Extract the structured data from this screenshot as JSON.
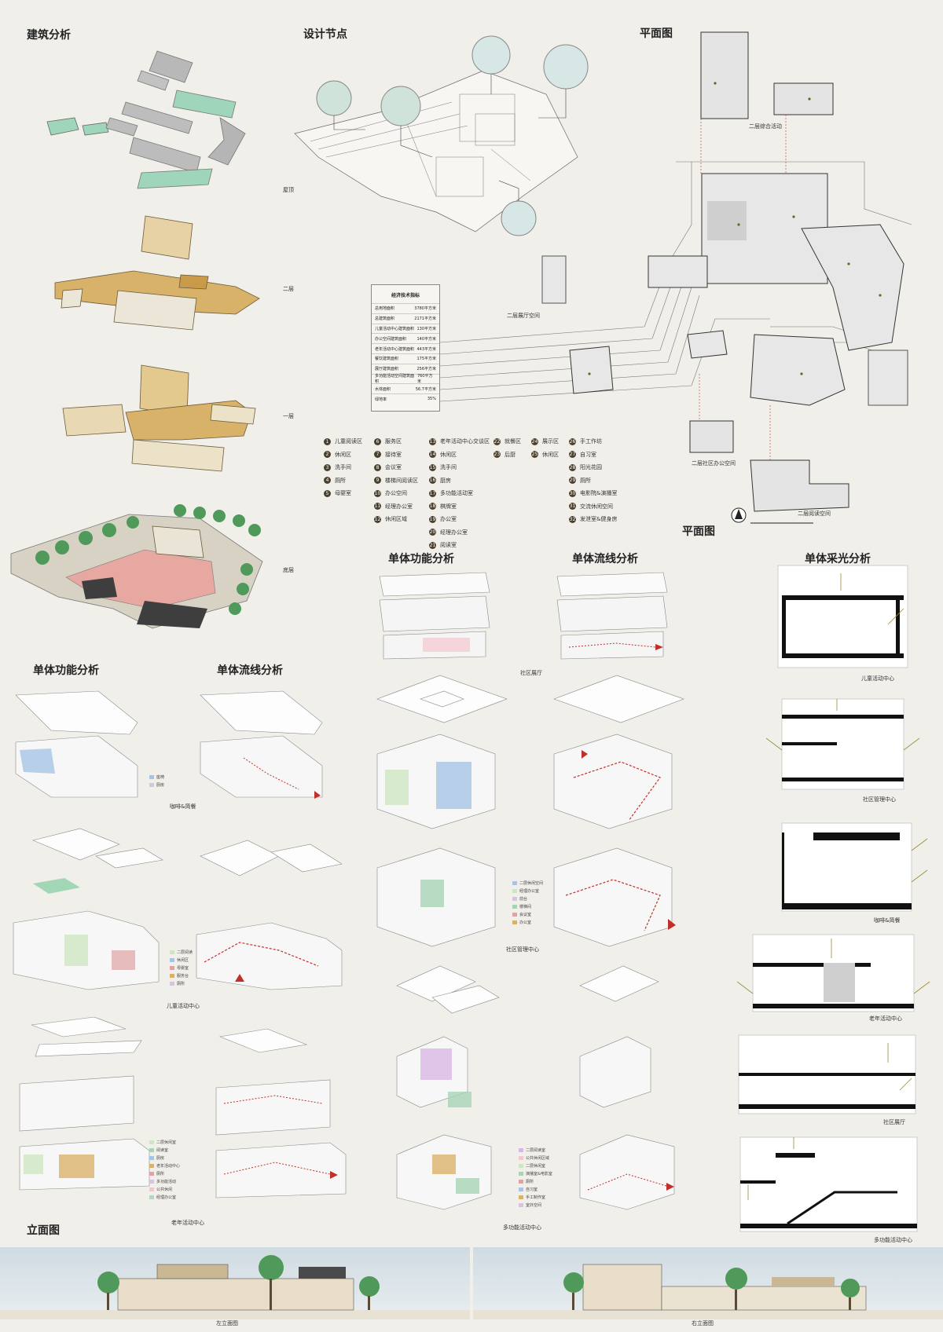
{
  "sections": {
    "building_analysis": "建筑分析",
    "design_nodes": "设计节点",
    "floor_plan": "平面图",
    "floor_plan_2": "平面图",
    "unit_function_left": "单体功能分析",
    "unit_flow_left": "单体流线分析",
    "unit_function_mid": "单体功能分析",
    "unit_flow_mid": "单体流线分析",
    "lighting": "单体采光分析",
    "elevation": "立面图"
  },
  "layers": {
    "roof": "屋顶",
    "second": "二层",
    "first": "一层",
    "ground": "底层"
  },
  "plan_captions": {
    "second_activity": "二层综合活动",
    "second_hall": "二层展厅空间",
    "second_office": "二层社区办公空间",
    "second_reading": "二层阅读空间"
  },
  "econ_table": {
    "title": "经济技术指标",
    "rows": [
      {
        "k": "总用地面积",
        "v": "3780平方米"
      },
      {
        "k": "总建筑面积",
        "v": "2171平方米"
      },
      {
        "k": "儿童活动中心建筑面积",
        "v": "130平方米"
      },
      {
        "k": "办公空间建筑面积",
        "v": "140平方米"
      },
      {
        "k": "老年活动中心建筑面积",
        "v": "443平方米"
      },
      {
        "k": "餐饮建筑面积",
        "v": "175平方米"
      },
      {
        "k": "展厅建筑面积",
        "v": "256平方米"
      },
      {
        "k": "多功能活动空间建筑面积",
        "v": "760平方米"
      },
      {
        "k": "水体面积",
        "v": "56.7平方米"
      },
      {
        "k": "绿地率",
        "v": "35%"
      }
    ]
  },
  "legend": [
    {
      "n": "1",
      "t": "儿童阅读区"
    },
    {
      "n": "2",
      "t": "休闲区"
    },
    {
      "n": "3",
      "t": "洗手间"
    },
    {
      "n": "4",
      "t": "厕所"
    },
    {
      "n": "5",
      "t": "母婴室"
    },
    {
      "n": "6",
      "t": "服务区"
    },
    {
      "n": "7",
      "t": "接待室"
    },
    {
      "n": "8",
      "t": "会议室"
    },
    {
      "n": "9",
      "t": "楼梯间阅读区"
    },
    {
      "n": "10",
      "t": "办公空间"
    },
    {
      "n": "11",
      "t": "经理办公室"
    },
    {
      "n": "12",
      "t": "休闲区域"
    },
    {
      "n": "13",
      "t": "老年活动中心交谈区"
    },
    {
      "n": "14",
      "t": "休闲区"
    },
    {
      "n": "15",
      "t": "洗手间"
    },
    {
      "n": "16",
      "t": "厨房"
    },
    {
      "n": "17",
      "t": "多功能活动室"
    },
    {
      "n": "18",
      "t": "棋牌室"
    },
    {
      "n": "19",
      "t": "办公室"
    },
    {
      "n": "20",
      "t": "经理办公室"
    },
    {
      "n": "21",
      "t": "阅读室"
    },
    {
      "n": "22",
      "t": "就餐区"
    },
    {
      "n": "23",
      "t": "后厨"
    },
    {
      "n": "24",
      "t": "展示区"
    },
    {
      "n": "25",
      "t": "休闲区"
    },
    {
      "n": "26",
      "t": "手工作坊"
    },
    {
      "n": "27",
      "t": "自习室"
    },
    {
      "n": "28",
      "t": "阳光花园"
    },
    {
      "n": "29",
      "t": "厕所"
    },
    {
      "n": "30",
      "t": "电影院&演播室"
    },
    {
      "n": "31",
      "t": "交流休闲空间"
    },
    {
      "n": "32",
      "t": "发泄室&健身房"
    }
  ],
  "unit_captions": {
    "cafe": "咖啡&简餐",
    "children": "儿童活动中心",
    "elderly": "老年活动中心",
    "hall": "社区展厅",
    "management": "社区管理中心",
    "multi": "多功能活动中心"
  },
  "lighting_captions": [
    "儿童活动中心",
    "社区管理中心",
    "咖啡&简餐",
    "老年活动中心",
    "社区展厅",
    "多功能活动中心"
  ],
  "elevations": {
    "left": "左立面图",
    "right": "右立面图"
  },
  "colors": {
    "bg": "#f1efea",
    "wood": "#d9b26a",
    "green": "#8fc99f",
    "red_flow": "#c0302a",
    "grey_roof": "#b5b5b5",
    "tree": "#4f9a5a"
  }
}
